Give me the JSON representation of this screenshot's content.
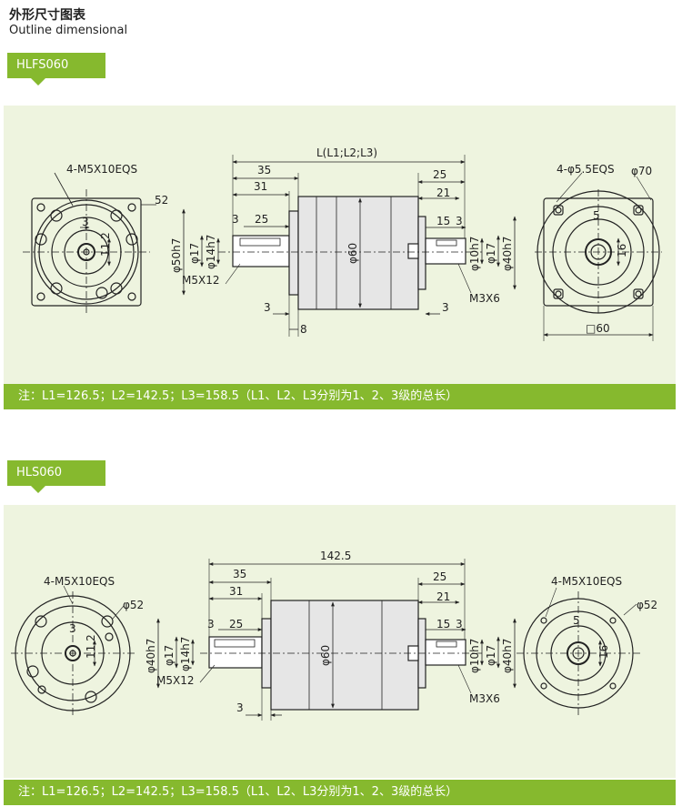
{
  "header": {
    "title_cn": "外形尺寸图表",
    "title_en": "Outline dimensional"
  },
  "colors": {
    "accent": "#86b92e",
    "panel_bg": "#eef4df",
    "line": "#222222",
    "body_fill": "#e6e6e6"
  },
  "section1": {
    "tag": "HLFS060",
    "note": "注：L1=126.5；L2=142.5；L3=158.5（L1、L2、L3分别为1、2、3级的总长）",
    "left_view": {
      "holes": "4-M5X10EQS",
      "dim_52": "52",
      "dim_3": "3",
      "dim_11_2": "11.2"
    },
    "side_view": {
      "length": "L(L1;L2;L3)",
      "d35": "35",
      "d31": "31",
      "d3a": "3",
      "d25a": "25",
      "d50h7": "φ50h7",
      "d17a": "φ17",
      "d14h7": "φ14h7",
      "thread_in": "M5X12",
      "d60": "φ60",
      "d3b": "3",
      "d8": "8",
      "d25b": "25",
      "d21": "21",
      "d15": "15",
      "d3c": "3",
      "d10h7": "φ10h7",
      "d17b": "φ17",
      "d40h7": "φ40h7",
      "thread_out": "M3X6",
      "d3d": "3"
    },
    "right_view": {
      "holes": "4-φ5.5EQS",
      "d70": "φ70",
      "d5": "5",
      "d16": "16",
      "sq60": "□60"
    }
  },
  "section2": {
    "tag": "HLS060",
    "note": "注：L1=126.5；L2=142.5；L3=158.5（L1、L2、L3分别为1、2、3级的总长）",
    "left_view": {
      "holes": "4-M5X10EQS",
      "d52": "φ52",
      "dim_3": "3",
      "dim_11_2": "11.2"
    },
    "side_view": {
      "length": "142.5",
      "d35": "35",
      "d31": "31",
      "d3a": "3",
      "d25a": "25",
      "d40h7a": "φ40h7",
      "d17a": "φ17",
      "d14h7": "φ14h7",
      "thread_in": "M5X12",
      "d60": "φ60",
      "d3b": "3",
      "d25b": "25",
      "d21": "21",
      "d15": "15",
      "d3c": "3",
      "d10h7": "φ10h7",
      "d17b": "φ17",
      "d40h7b": "φ40h7",
      "thread_out": "M3X6"
    },
    "right_view": {
      "holes": "4-M5X10EQS",
      "d52": "φ52",
      "d5": "5",
      "d16": "16"
    }
  }
}
